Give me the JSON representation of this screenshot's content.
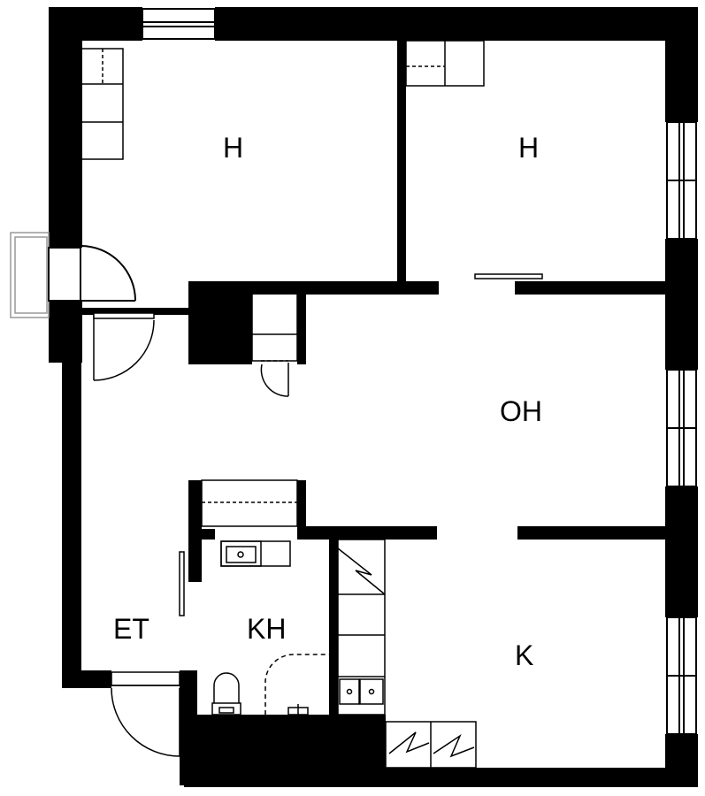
{
  "floorplan": {
    "colors": {
      "wall": "#000000",
      "background": "#ffffff",
      "line": "#000000",
      "light_line": "#999999"
    },
    "rooms": [
      {
        "id": "bedroom-1",
        "label": "H"
      },
      {
        "id": "bedroom-2",
        "label": "H"
      },
      {
        "id": "living-room",
        "label": "OH"
      },
      {
        "id": "entrance",
        "label": "ET"
      },
      {
        "id": "bathroom",
        "label": "KH"
      },
      {
        "id": "kitchen",
        "label": "K"
      }
    ]
  }
}
